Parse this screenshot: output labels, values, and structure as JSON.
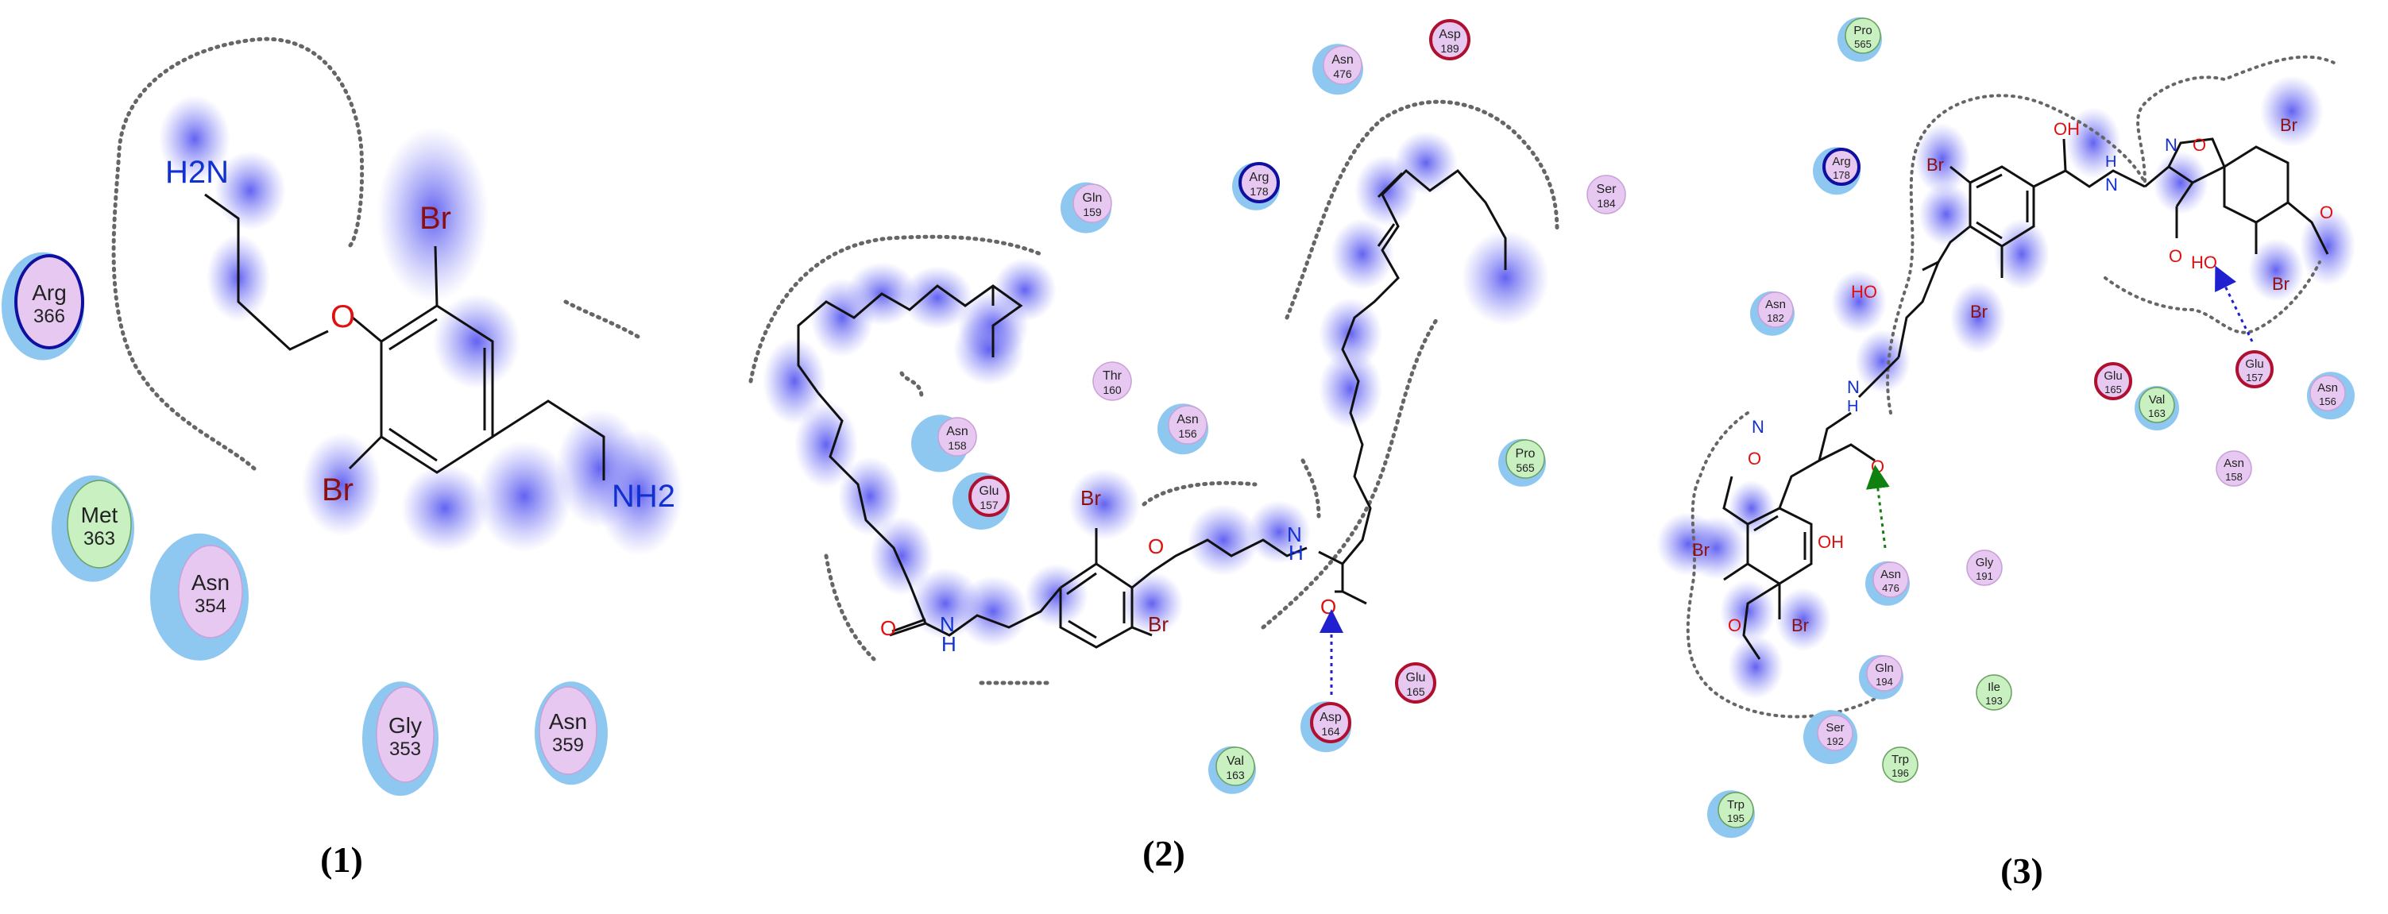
{
  "panels": [
    {
      "caption": "(1)",
      "atom_labels": [
        "H2N",
        "O",
        "Br",
        "Br",
        "NH2"
      ],
      "residues": [
        {
          "name": "Arg",
          "num": "366",
          "type": "charged-positive"
        },
        {
          "name": "Met",
          "num": "363",
          "type": "hydrophobic"
        },
        {
          "name": "Asn",
          "num": "354",
          "type": "polar"
        },
        {
          "name": "Gly",
          "num": "353",
          "type": "polar"
        },
        {
          "name": "Asn",
          "num": "359",
          "type": "polar"
        }
      ]
    },
    {
      "caption": "(2)",
      "atom_labels": [
        "O",
        "N",
        "H",
        "Br",
        "O",
        "Br",
        "N",
        "H",
        "O"
      ],
      "residues": [
        {
          "name": "Asn",
          "num": "476",
          "type": "polar"
        },
        {
          "name": "Asp",
          "num": "189",
          "type": "charged-negative"
        },
        {
          "name": "Gln",
          "num": "159",
          "type": "polar"
        },
        {
          "name": "Arg",
          "num": "178",
          "type": "charged-positive"
        },
        {
          "name": "Ser",
          "num": "184",
          "type": "polar"
        },
        {
          "name": "Thr",
          "num": "160",
          "type": "polar"
        },
        {
          "name": "Asn",
          "num": "158",
          "type": "polar"
        },
        {
          "name": "Asn",
          "num": "156",
          "type": "polar"
        },
        {
          "name": "Glu",
          "num": "157",
          "type": "charged-negative"
        },
        {
          "name": "Pro",
          "num": "565",
          "type": "hydrophobic"
        },
        {
          "name": "Asp",
          "num": "164",
          "type": "charged-negative"
        },
        {
          "name": "Glu",
          "num": "165",
          "type": "charged-negative"
        },
        {
          "name": "Val",
          "num": "163",
          "type": "hydrophobic"
        }
      ]
    },
    {
      "caption": "(3)",
      "atom_labels": [
        "Br",
        "OH",
        "H",
        "N",
        "N",
        "O",
        "Br",
        "O",
        "Br",
        "O",
        "HO",
        "Br",
        "HO",
        "N",
        "H",
        "N",
        "O",
        "O",
        "Br",
        "OH",
        "O",
        "Br"
      ],
      "residues": [
        {
          "name": "Pro",
          "num": "565",
          "type": "hydrophobic"
        },
        {
          "name": "Arg",
          "num": "178",
          "type": "charged-positive"
        },
        {
          "name": "Asn",
          "num": "182",
          "type": "polar"
        },
        {
          "name": "Glu",
          "num": "165",
          "type": "charged-negative"
        },
        {
          "name": "Val",
          "num": "163",
          "type": "hydrophobic"
        },
        {
          "name": "Glu",
          "num": "157",
          "type": "charged-negative"
        },
        {
          "name": "Asn",
          "num": "156",
          "type": "polar"
        },
        {
          "name": "Asn",
          "num": "158",
          "type": "polar"
        },
        {
          "name": "Asn",
          "num": "476",
          "type": "polar"
        },
        {
          "name": "Gly",
          "num": "191",
          "type": "polar"
        },
        {
          "name": "Gln",
          "num": "194",
          "type": "polar"
        },
        {
          "name": "Ile",
          "num": "193",
          "type": "hydrophobic"
        },
        {
          "name": "Ser",
          "num": "192",
          "type": "polar"
        },
        {
          "name": "Trp",
          "num": "196",
          "type": "hydrophobic"
        },
        {
          "name": "Trp",
          "num": "195",
          "type": "hydrophobic"
        }
      ]
    }
  ],
  "colors": {
    "polar_fill": "#e6c8f0",
    "hydrophobic_fill": "#c8f0c0",
    "charged_positive_ring": "#1010a0",
    "charged_negative_ring": "#b01030",
    "neutral_ring": "#c9a0d8",
    "solvent_halo": "#8ec8f0",
    "ligand_glow": "#5a5af0",
    "bond": "#111111",
    "oxygen": "#e01010",
    "nitrogen": "#1030d0",
    "bromine": "#8a1010",
    "hbond_blue": "#2020d0",
    "hbond_green": "#108010",
    "pocket_outline": "#666666"
  }
}
